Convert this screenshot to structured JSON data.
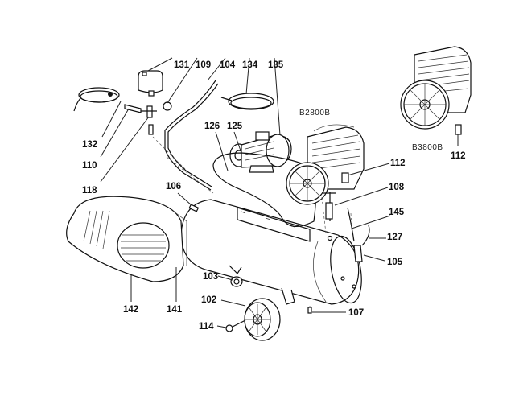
{
  "diagram": {
    "title": "Air compressor exploded parts diagram",
    "models": [
      {
        "id": "model-b2800b",
        "label": "B2800B"
      },
      {
        "id": "model-b3800b",
        "label": "B3800B"
      }
    ],
    "callouts": [
      {
        "id": "131",
        "label": "131"
      },
      {
        "id": "109",
        "label": "109"
      },
      {
        "id": "104",
        "label": "104"
      },
      {
        "id": "134",
        "label": "134"
      },
      {
        "id": "135",
        "label": "135"
      },
      {
        "id": "132",
        "label": "132"
      },
      {
        "id": "110",
        "label": "110"
      },
      {
        "id": "118",
        "label": "118"
      },
      {
        "id": "126",
        "label": "126"
      },
      {
        "id": "125",
        "label": "125"
      },
      {
        "id": "112a",
        "label": "112"
      },
      {
        "id": "108",
        "label": "108"
      },
      {
        "id": "145",
        "label": "145"
      },
      {
        "id": "127",
        "label": "127"
      },
      {
        "id": "105",
        "label": "105"
      },
      {
        "id": "106",
        "label": "106"
      },
      {
        "id": "142",
        "label": "142"
      },
      {
        "id": "141",
        "label": "141"
      },
      {
        "id": "103",
        "label": "103"
      },
      {
        "id": "102",
        "label": "102"
      },
      {
        "id": "114",
        "label": "114"
      },
      {
        "id": "107",
        "label": "107"
      },
      {
        "id": "112b",
        "label": "112"
      }
    ]
  }
}
